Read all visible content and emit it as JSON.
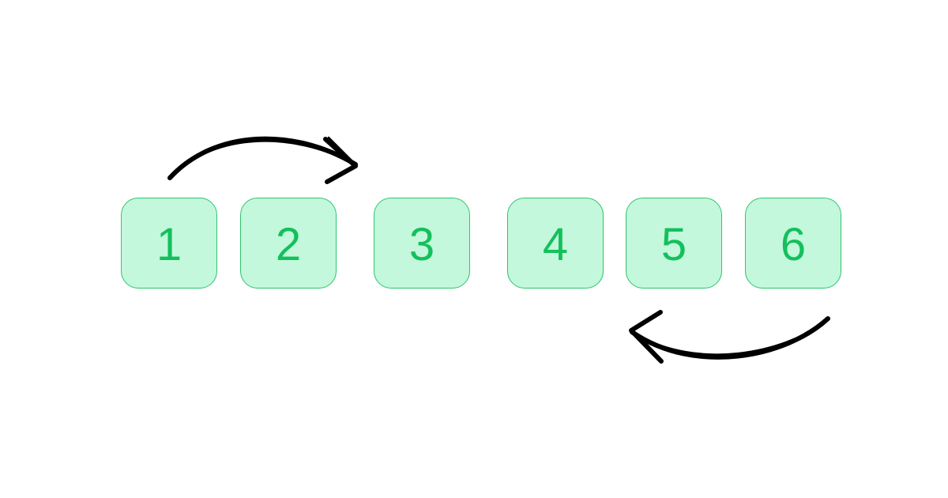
{
  "tiles": [
    "1",
    "2",
    "3",
    "4",
    "5",
    "6"
  ],
  "colors": {
    "tile_fill": "#c3f8dc",
    "tile_border": "#2ec46d",
    "tile_text": "#14c05c",
    "arrow": "#000000",
    "background": "#ffffff"
  },
  "arrows": [
    {
      "icon": "curved-arrow-right-icon",
      "from_tile": "1",
      "to_tile": "3"
    },
    {
      "icon": "curved-arrow-left-icon",
      "from_tile": "6",
      "to_tile": "5"
    }
  ]
}
